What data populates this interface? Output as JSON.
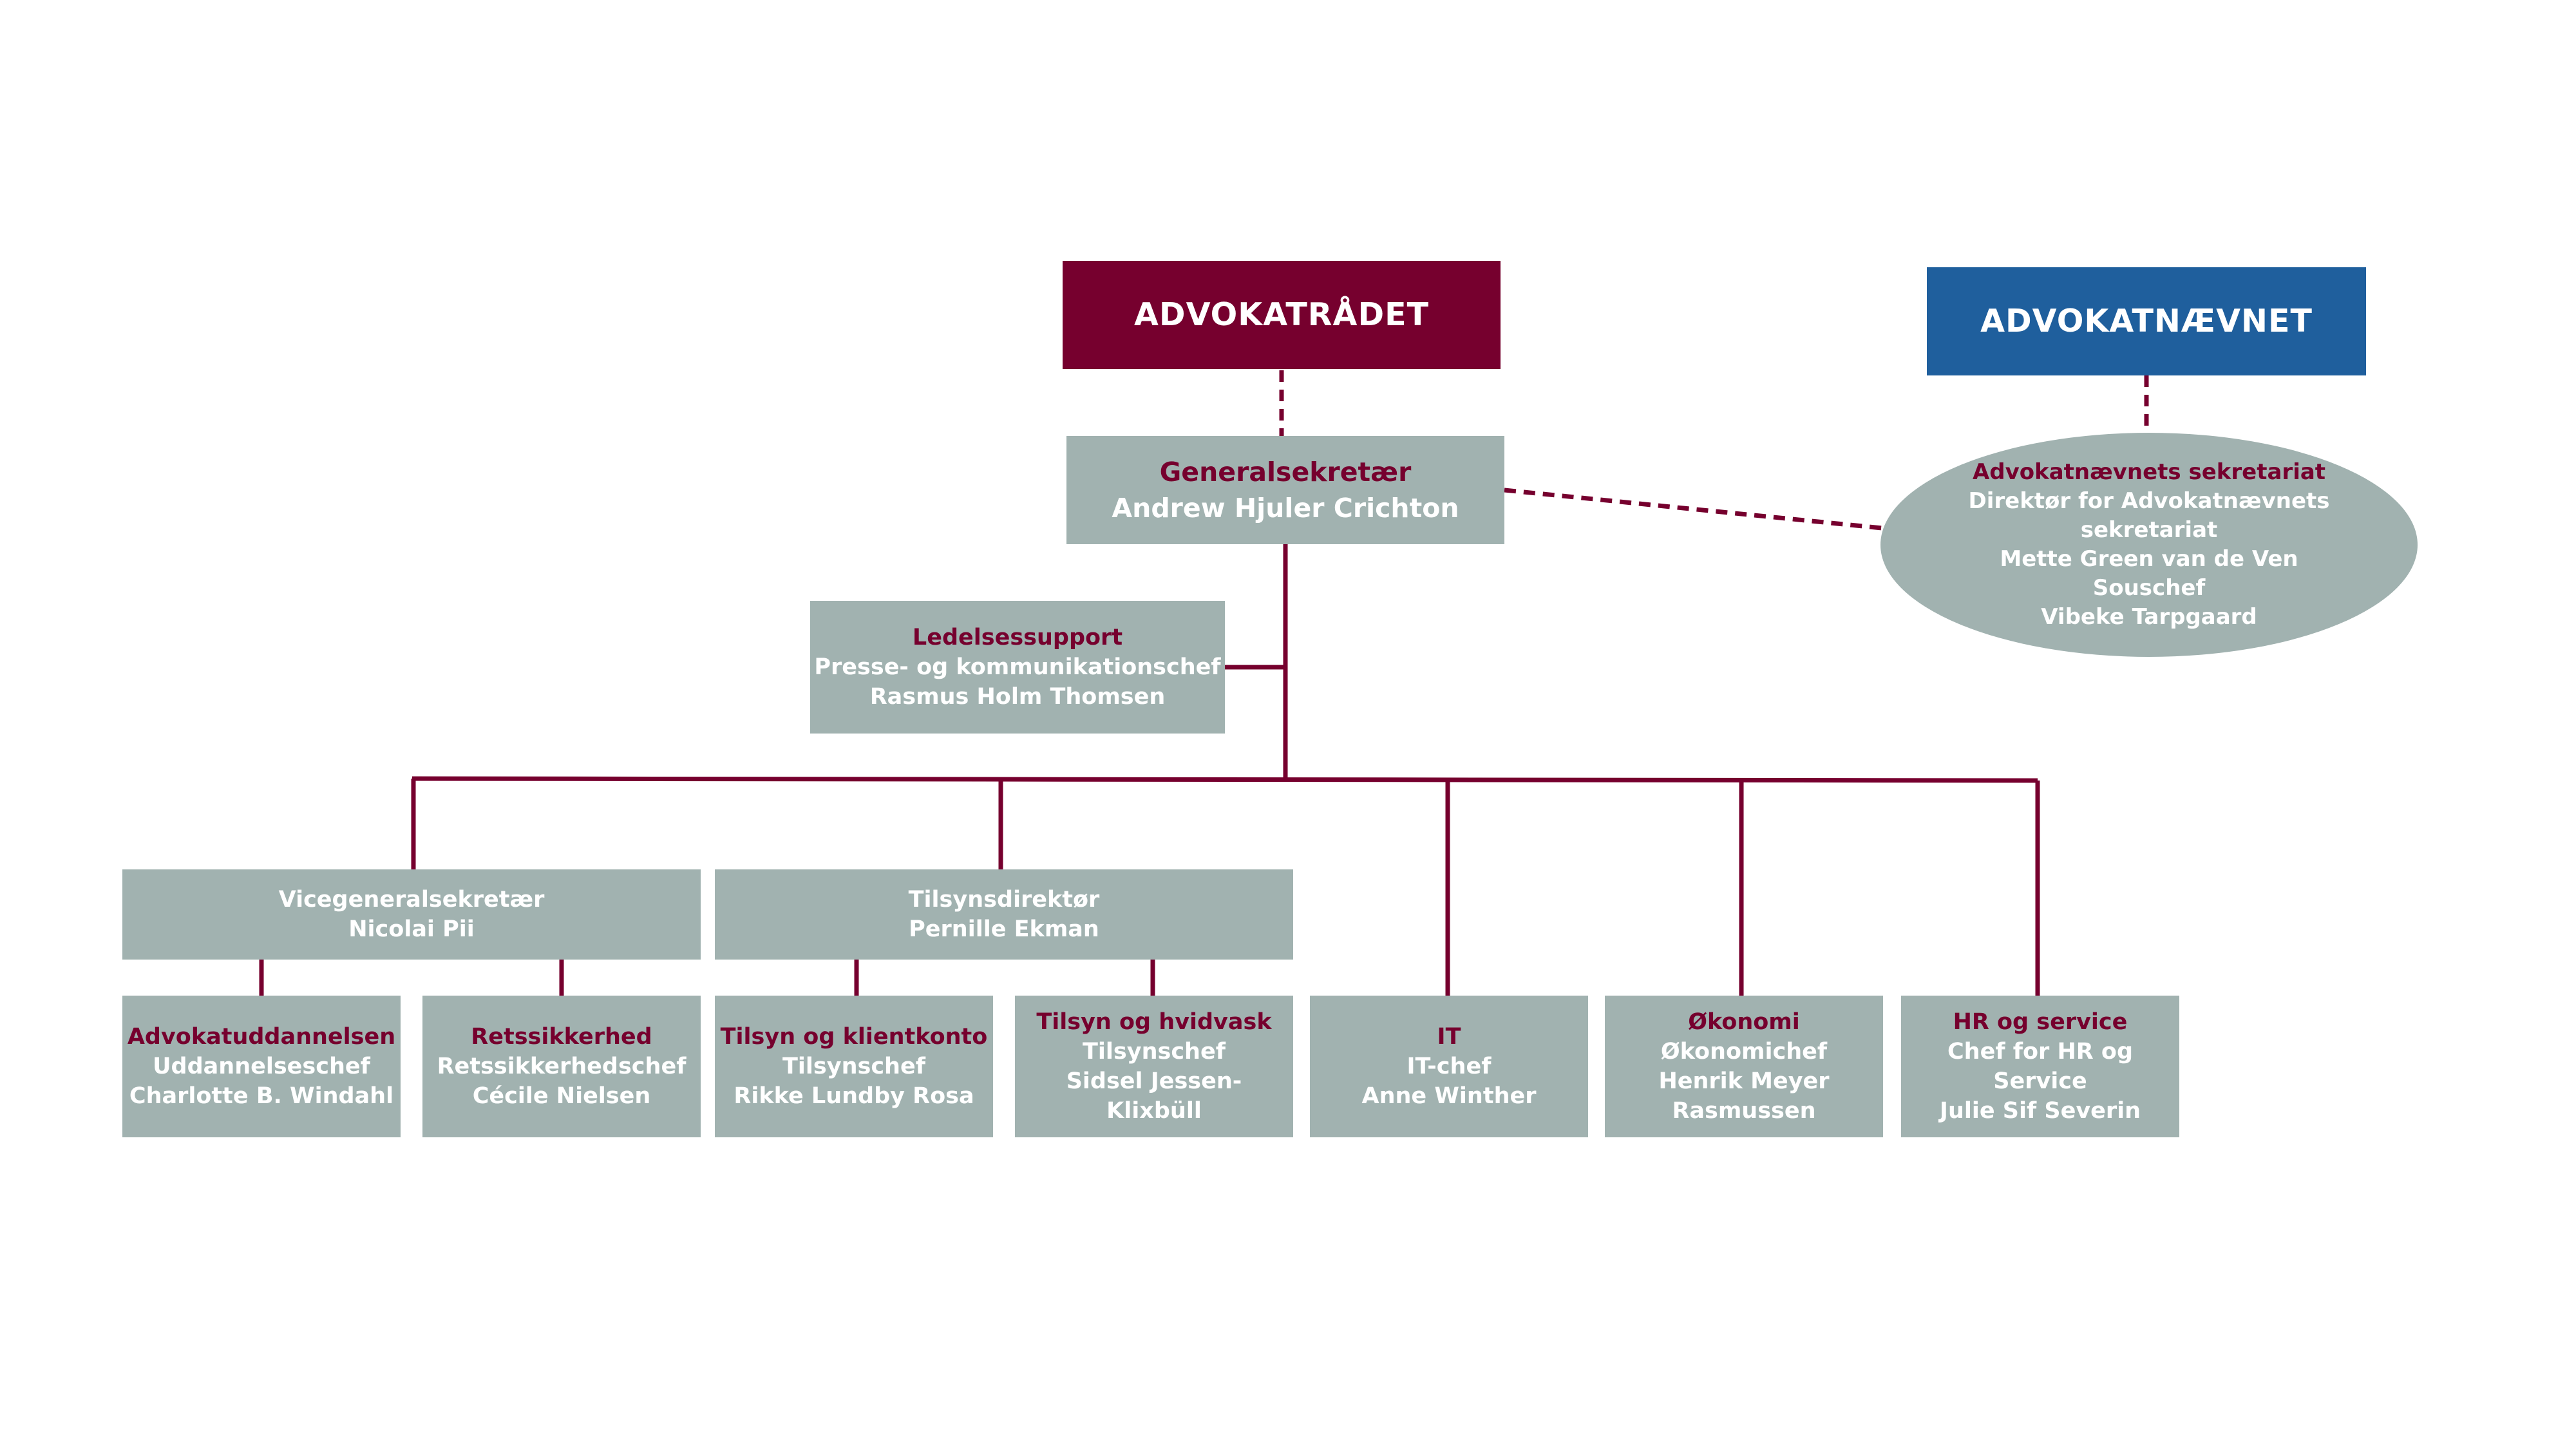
{
  "colors": {
    "board": "#76002e",
    "tribunal": "#1f5f9d",
    "box": "#a1b2b0",
    "title_text": "#76002e",
    "body_text": "#ffffff",
    "connector": "#76002e"
  },
  "top": {
    "advokatraadet": "ADVOKATRÅDET",
    "advokatnaevnet": "ADVOKATNÆVNET"
  },
  "generalsekretaer": {
    "title": "Generalsekretær",
    "name": "Andrew Hjuler Crichton"
  },
  "sekretariat": {
    "title": "Advokatnævnets sekretariat",
    "lines": [
      "Direktør for Advokatnævnets",
      "sekretariat",
      "Mette Green van de Ven",
      "Souschef",
      "Vibeke Tarpgaard"
    ]
  },
  "ledelsessupport": {
    "title": "Ledelsessupport",
    "lines": [
      "Presse- og kommunikationschef",
      "Rasmus Holm Thomsen"
    ]
  },
  "vicegeneralsekretaer": {
    "lines": [
      "Vicegeneralsekretær",
      "Nicolai Pii"
    ]
  },
  "tilsynsdirektoer": {
    "lines": [
      "Tilsynsdirektør",
      "Pernille Ekman"
    ]
  },
  "units": {
    "advokatuddannelsen": {
      "title": "Advokatuddannelsen",
      "lines": [
        "Uddannelseschef",
        "Charlotte B. Windahl"
      ]
    },
    "retssikkerhed": {
      "title": "Retssikkerhed",
      "lines": [
        "Retssikkerhedschef",
        "Cécile Nielsen"
      ]
    },
    "tilsyn_klientkonto": {
      "title": "Tilsyn og klientkonto",
      "lines": [
        "Tilsynschef",
        "Rikke Lundby Rosa"
      ]
    },
    "tilsyn_hvidvask": {
      "title": "Tilsyn og hvidvask",
      "lines": [
        "Tilsynschef",
        "Sidsel Jessen-",
        "Klixbüll"
      ]
    },
    "it": {
      "title": "IT",
      "lines": [
        "IT-chef",
        "Anne Winther"
      ]
    },
    "oekonomi": {
      "title": "Økonomi",
      "lines": [
        "Økonomichef",
        "Henrik Meyer",
        "Rasmussen"
      ]
    },
    "hr_service": {
      "title": "HR og service",
      "lines": [
        "Chef for HR og",
        "Service",
        "Julie Sif Severin"
      ]
    }
  }
}
